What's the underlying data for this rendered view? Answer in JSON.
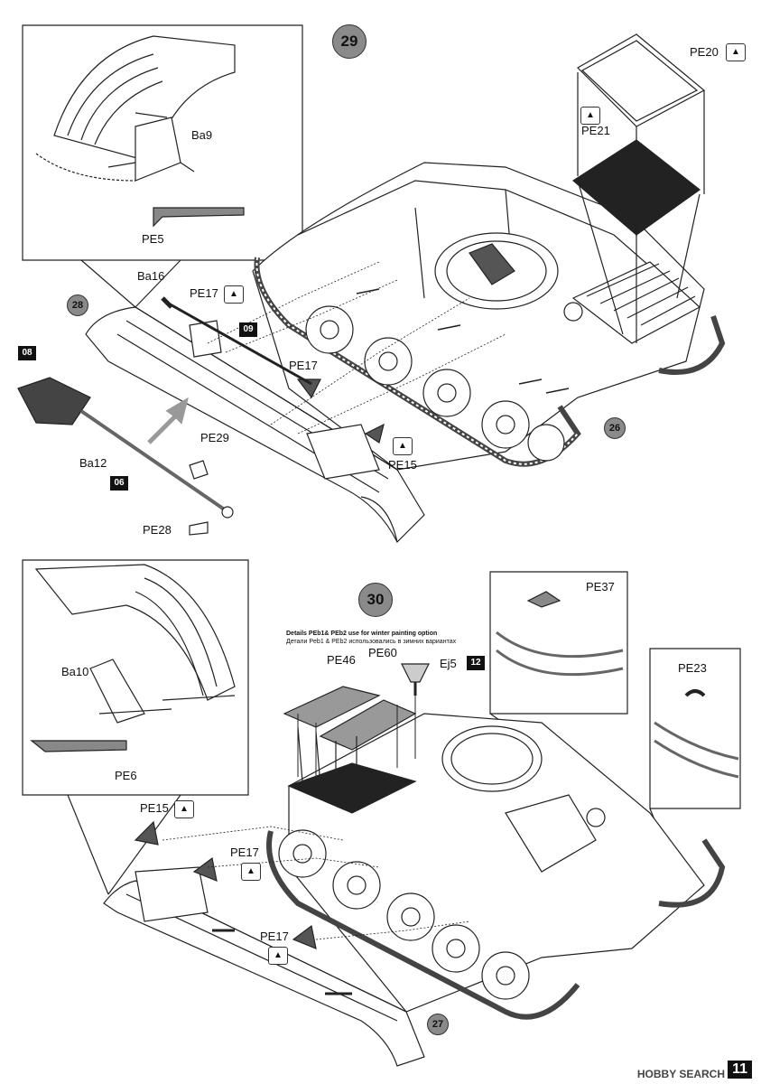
{
  "steps": {
    "step29": {
      "number": "29",
      "labels": {
        "ba9": "Ba9",
        "pe5": "PE5",
        "pe20": "PE20",
        "pe21": "PE21",
        "ba16": "Ba16",
        "pe17a": "PE17",
        "pe17b": "PE17",
        "pe29": "PE29",
        "pe15": "PE15",
        "pe28": "PE28",
        "ba12": "Ba12"
      },
      "refs": {
        "r28": "28",
        "r26": "26"
      },
      "tags": {
        "t08": "08",
        "t09": "09",
        "t06": "06"
      }
    },
    "step30": {
      "number": "30",
      "note_title": "Details PEb1& PEb2 use for winter painting option",
      "note_ru": "Детали Peb1 & PEb2 использовались в зимних вариантах",
      "labels": {
        "pe46": "PE46",
        "pe60": "PE60",
        "ej5": "Ej5",
        "pe37": "PE37",
        "pe23": "PE23",
        "ba10": "Ba10",
        "pe6": "PE6",
        "pe15": "PE15",
        "pe17a": "PE17",
        "pe17b": "PE17"
      },
      "refs": {
        "r27": "27"
      },
      "tags": {
        "t12": "12"
      }
    }
  },
  "footer": {
    "page_number": "11",
    "watermark": "HOBBY SEARCH"
  },
  "icons": {
    "photo_etch": "up-arrow-icon"
  }
}
